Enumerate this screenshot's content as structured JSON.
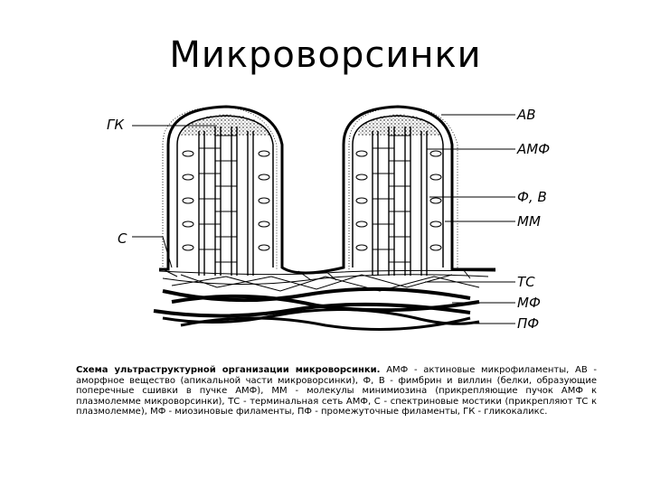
{
  "title": "Микроворсинки",
  "labels": {
    "gk": "ГК",
    "s": "С",
    "av": "АВ",
    "amf": "АМФ",
    "fv": "Ф, В",
    "mm": "ММ",
    "ts": "ТС",
    "mf": "МФ",
    "pf": "ПФ"
  },
  "caption": {
    "heading": "Схема ультраструктурной организации микроворсинки.",
    "body": "АМФ - актиновые микрофиламенты, АВ - аморфное вещество (апикальной части микроворсинки), Ф, В - фимбрин и виллин (белки, образующие поперечные сшивки в пучке АМФ), ММ - молекулы минимиозина (прикрепляющие пучок АМФ к плазмолемме микроворсинки), ТС - терминальная сеть АМФ, С - спектриновые мостики (прикрепляют ТС к плазмолемме), МФ - миозиновые филаменты, ПФ - промежуточные филаменты, ГК - гликокаликс."
  }
}
